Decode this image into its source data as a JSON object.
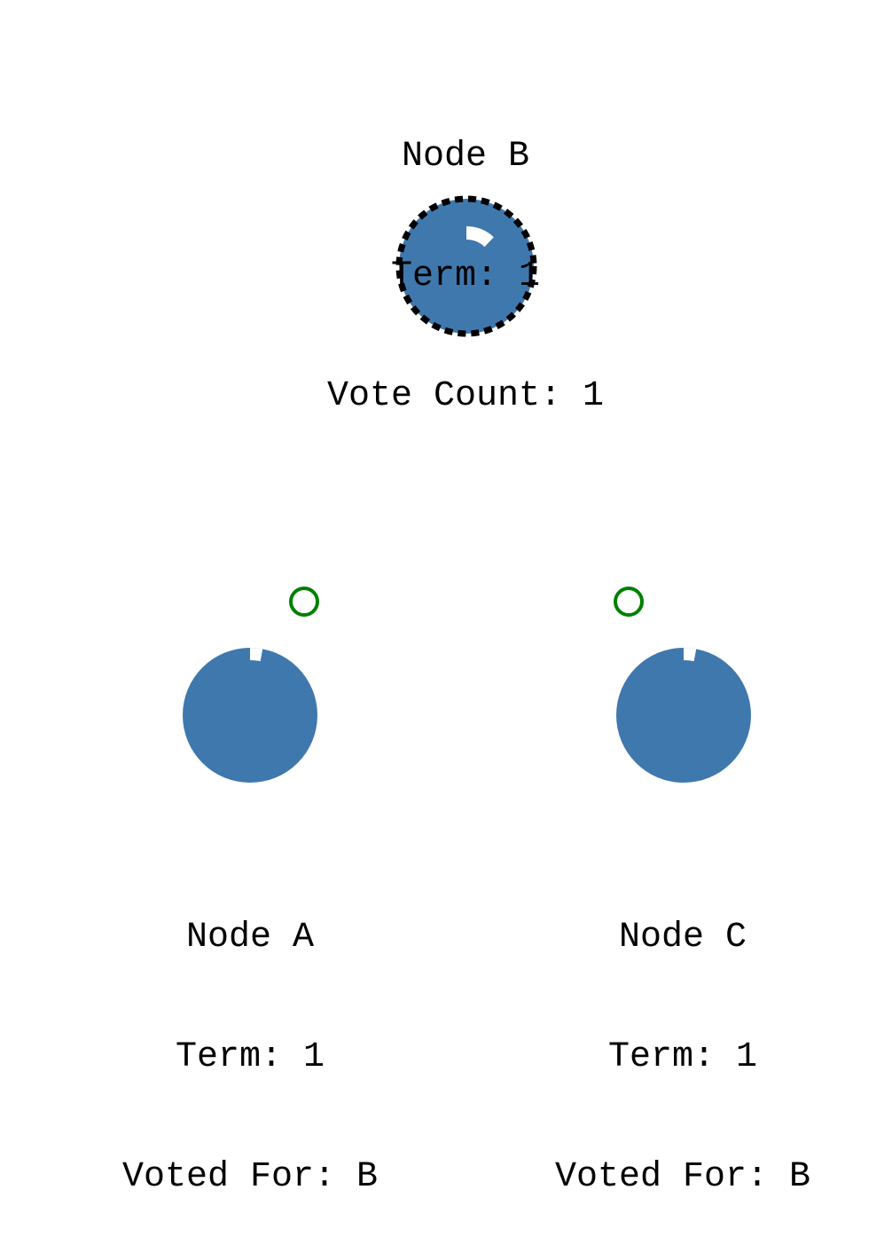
{
  "colors": {
    "node_fill": "#3f78ad",
    "timer_arc": "#ffffff",
    "leader_outline": "#000000",
    "message": "#008000",
    "background": "#ffffff"
  },
  "nodes": [
    {
      "id": "b",
      "name": "Node B",
      "term": "Term: 1",
      "status": "Vote Count: 1",
      "role": "candidate",
      "timer_progress": 0.12
    },
    {
      "id": "a",
      "name": "Node A",
      "term": "Term: 1",
      "status": "Voted For: B",
      "role": "follower",
      "timer_progress": 0.03
    },
    {
      "id": "c",
      "name": "Node C",
      "term": "Term: 1",
      "status": "Voted For: B",
      "role": "follower",
      "timer_progress": 0.03
    }
  ],
  "messages": [
    {
      "from": "a",
      "to": "b",
      "type": "vote-reply"
    },
    {
      "from": "c",
      "to": "b",
      "type": "vote-reply"
    }
  ]
}
